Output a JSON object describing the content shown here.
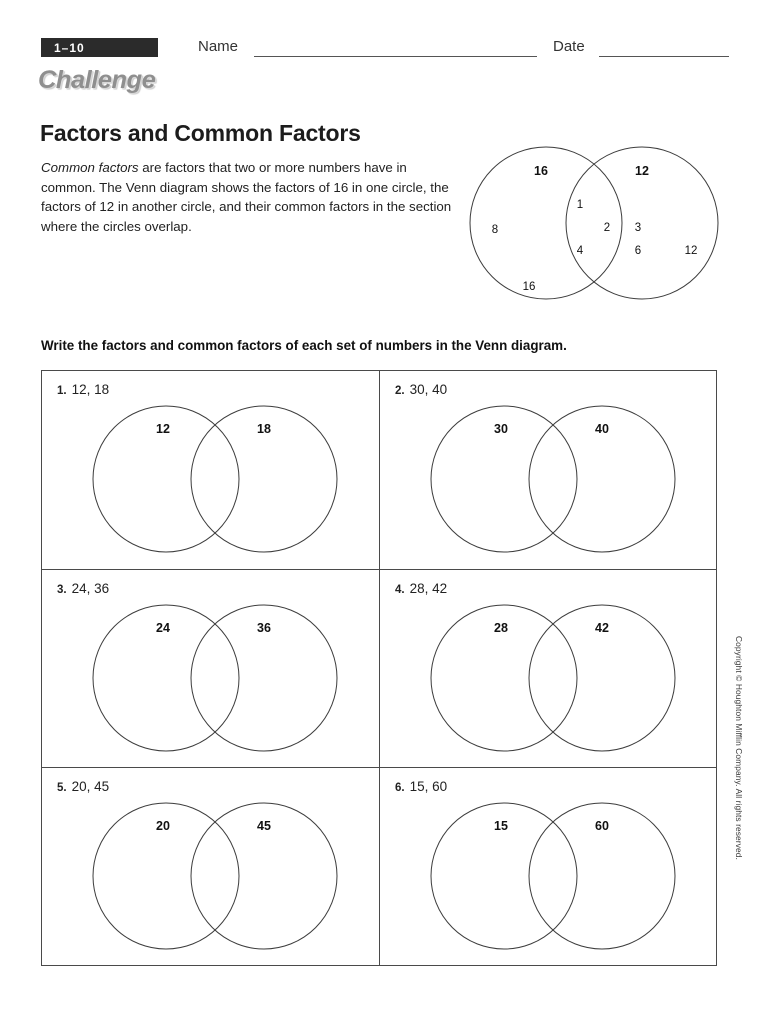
{
  "header": {
    "lesson_badge": "1–10",
    "series_logo": "Challenge",
    "name_label": "Name",
    "date_label": "Date"
  },
  "title": "Factors and Common Factors",
  "intro": {
    "lead_italic": "Common factors",
    "body": " are factors that two or more numbers have in common. The Venn diagram shows the factors of 16 in one circle, the factors of 12 in another circle, and their common factors in the section where the circles overlap."
  },
  "example_venn": {
    "left_title": "16",
    "right_title": "12",
    "left_only": [
      "8",
      "16"
    ],
    "overlap": [
      "1",
      "2",
      "4"
    ],
    "right_only": [
      "3",
      "6",
      "12"
    ]
  },
  "instruction": "Write the factors and common factors of each set of numbers in the Venn diagram.",
  "exercises": [
    {
      "number": "1.",
      "problem": "12, 18",
      "left_label": "12",
      "right_label": "18"
    },
    {
      "number": "2.",
      "problem": "30, 40",
      "left_label": "30",
      "right_label": "40"
    },
    {
      "number": "3.",
      "problem": "24, 36",
      "left_label": "24",
      "right_label": "36"
    },
    {
      "number": "4.",
      "problem": "28, 42",
      "left_label": "28",
      "right_label": "42"
    },
    {
      "number": "5.",
      "problem": "20, 45",
      "left_label": "20",
      "right_label": "45"
    },
    {
      "number": "6.",
      "problem": "15, 60",
      "left_label": "15",
      "right_label": "60"
    }
  ],
  "copyright": "Copyright © Houghton Mifflin Company. All rights reserved."
}
